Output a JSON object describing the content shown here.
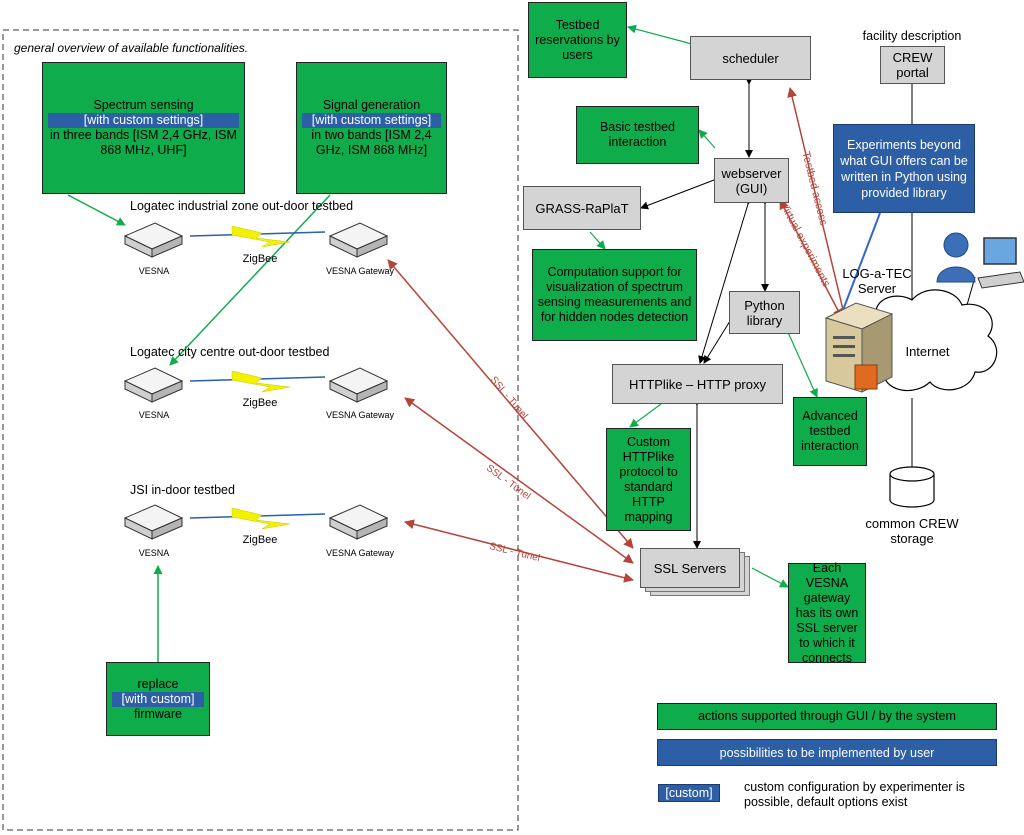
{
  "overview_label": "general overview of available functionalities.",
  "spectrum_sensing": {
    "line1": "Spectrum sensing",
    "highlight": "[with custom settings]",
    "line2": "in three bands [ISM 2,4 GHz, ISM 868 MHz, UHF]"
  },
  "signal_generation": {
    "line1": "Signal generation",
    "highlight": "[with custom settings]",
    "line2": "in two bands [ISM 2,4 GHz, ISM 868 MHz]"
  },
  "testbeds": [
    {
      "title": "Logatec industrial zone out-door testbed",
      "node": "VESNA",
      "link": "ZigBee",
      "gateway": "VESNA Gateway"
    },
    {
      "title": "Logatec city centre out-door testbed",
      "node": "VESNA",
      "link": "ZigBee",
      "gateway": "VESNA Gateway"
    },
    {
      "title": "JSI in-door testbed",
      "node": "VESNA",
      "link": "ZigBee",
      "gateway": "VESNA Gateway"
    }
  ],
  "firmware": {
    "line1": "replace",
    "highlight": "[with custom]",
    "line2": "firmware"
  },
  "reservations": "Testbed reservations by users",
  "scheduler": "scheduler",
  "facility_description": "facility description",
  "crew_portal": "CREW portal",
  "basic_interaction": "Basic testbed interaction",
  "webserver": "webserver (GUI)",
  "blue_box": "Experiments beyond what GUI offers can be written in Python using provided library",
  "grass": "GRASS-RaPlaT",
  "computation": "Computation support for visualization of spectrum sensing measurements and for hidden nodes detection",
  "python_library": "Python library",
  "server_label": "LOG-a-TEC Server",
  "internet": "Internet",
  "http_proxy": "HTTPlike – HTTP proxy",
  "advanced_interaction": "Advanced testbed interaction",
  "custom_mapping": "Custom HTTPlike protocol to standard HTTP mapping",
  "storage": "common CREW storage",
  "ssl_servers": "SSL Servers",
  "ssl_note": "Each VESNA gateway has its own SSL server to which it connects",
  "testbed_access": "Testbed access",
  "virtual_experiments": "Virtual experiments",
  "ssl_tunnel": "SSL - Tunel",
  "legend": {
    "green": "actions supported through GUI / by the system",
    "blue": "possibilities to be implemented by user",
    "custom_tag": "[custom]",
    "custom_text": "custom configuration by experimenter is possible, default options exist"
  },
  "colors": {
    "green": "#0fac4b",
    "blue": "#2d5fa6",
    "gray": "#d4d4d4",
    "red": "#b5443a"
  }
}
